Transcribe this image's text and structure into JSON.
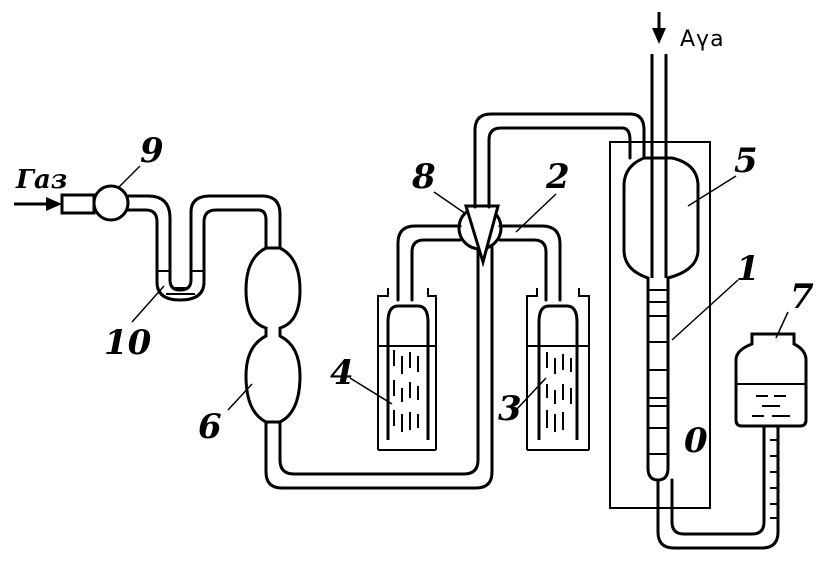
{
  "labels": {
    "gas": "Газ",
    "air": "Аүа",
    "n1": "1",
    "n2": "2",
    "n3": "3",
    "n4": "4",
    "n5": "5",
    "n6": "6",
    "n7": "7",
    "n8": "8",
    "n9": "9",
    "n10": "10",
    "zero": "0"
  }
}
